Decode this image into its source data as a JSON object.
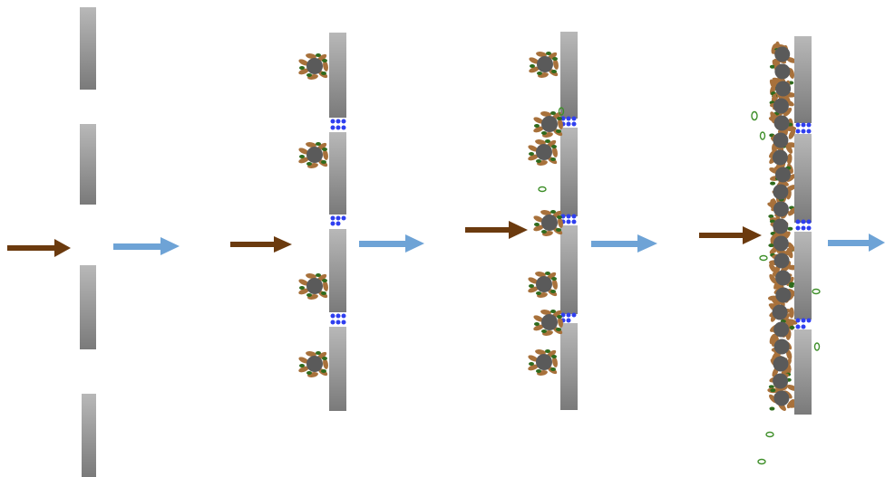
{
  "colors": {
    "background": "#ffffff",
    "bar_light": "#b5b5b5",
    "bar_dark": "#7d7d7d",
    "inflow_arrow": "#6b3a0e",
    "outflow_arrow": "#6ea3d6",
    "particle_body": "#5a5a5a",
    "particle_fiber": "#a8713b",
    "particle_algae": "#2f6b1d",
    "plug_dots": "#2f3ff0",
    "loose_ring": "#3f8f2a"
  },
  "stages": [
    {
      "id": "stage-1",
      "pores": "open"
    },
    {
      "id": "stage-2",
      "pores": "narrowing"
    },
    {
      "id": "stage-3",
      "pores": "plugging"
    },
    {
      "id": "stage-4",
      "pores": "cake-layer"
    }
  ]
}
